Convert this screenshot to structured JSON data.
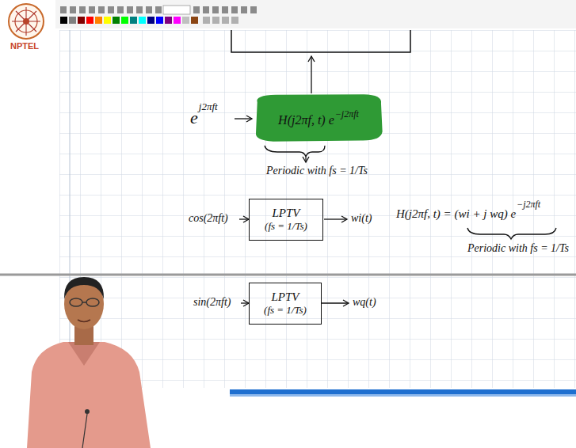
{
  "diagram": {
    "nodes": [
      {
        "text": [
          "H(j2πf, t) e",
          "−j2πft"
        ]
      },
      {
        "text": [
          "LPTV",
          "(fs = 1/Ts)"
        ]
      },
      {
        "text": [
          "LPTV",
          "(fs = 1/Ts)"
        ]
      }
    ],
    "labels": [
      "NPTEL",
      "e",
      "j2πft",
      "Periodic with fs = 1/Ts",
      "cos(2πft)",
      "wi(t)",
      "H(j2πf, t) = (wi + j wq) e",
      "−j2πft",
      "Periodic with fs = 1/Ts",
      "sin(2πft)",
      "wq(t)"
    ]
  }
}
